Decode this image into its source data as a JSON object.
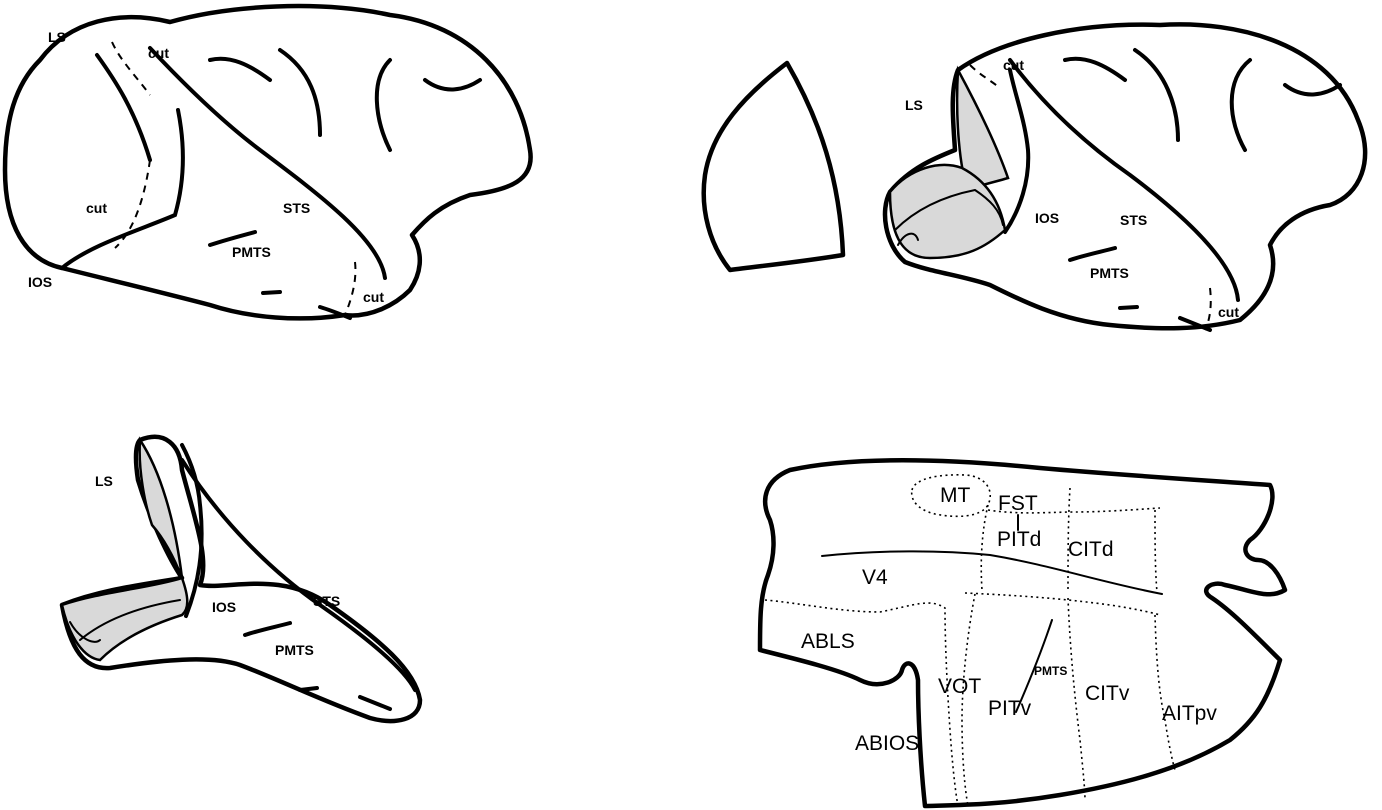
{
  "panel_a": {
    "labels": {
      "ls": "LS",
      "cut_top": "cut",
      "cut_left": "cut",
      "cut_right": "cut",
      "sts": "STS",
      "pmts": "PMTS",
      "ios": "IOS"
    }
  },
  "panel_b": {
    "labels": {
      "ls": "LS",
      "cut_top": "cut",
      "ios": "IOS",
      "sts": "STS",
      "pmts": "PMTS",
      "cut_right": "cut"
    }
  },
  "panel_c": {
    "labels": {
      "ls": "LS",
      "ios": "IOS",
      "sts": "STS",
      "pmts": "PMTS"
    }
  },
  "panel_d": {
    "areas": {
      "mt": "MT",
      "fst": "FST",
      "pitd": "PITd",
      "citd": "CITd",
      "v4": "V4",
      "abls": "ABLS",
      "vot": "VOT",
      "pmts": "PMTS",
      "pitv": "PITv",
      "citv": "CITv",
      "aitpv": "AITpv",
      "abios": "ABIOS"
    }
  }
}
